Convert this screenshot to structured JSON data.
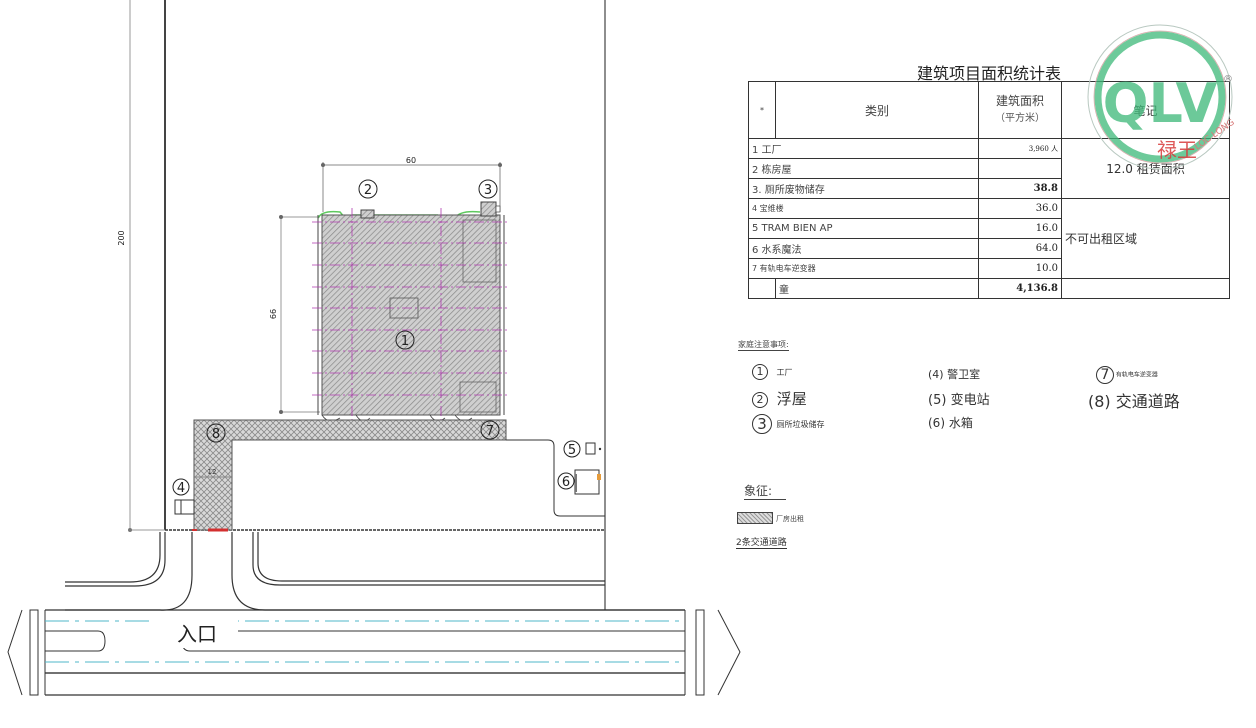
{
  "site_plan": {
    "dimensions": {
      "site_height": "200",
      "building_width": "60",
      "building_depth": "66",
      "road_width": "12"
    },
    "markers": [
      "①",
      "②",
      "③",
      "④",
      "⑤",
      "⑥",
      "⑦",
      "⑧"
    ],
    "entrance_label": "入口"
  },
  "area_table": {
    "title": "建筑项目面积统计表",
    "headers": {
      "no": "*",
      "category": "类别",
      "area_line1": "建筑面积",
      "area_line2": "（平方米）",
      "notes": "笔记"
    },
    "rows": [
      {
        "category": "1 工厂",
        "area": "3,960 人"
      },
      {
        "category": "2 栋房屋",
        "area": ""
      },
      {
        "category": "3. 厕所废物储存",
        "area": "38.8"
      },
      {
        "category": "4 宝维楼",
        "area": "36.0"
      },
      {
        "category": "5 TRAM BIEN AP",
        "area": "16.0"
      },
      {
        "category": "6 水系魔法",
        "area": "64.0"
      },
      {
        "category": "7 有轨电车逆变器",
        "area": "10.0"
      }
    ],
    "total": {
      "label": "童",
      "area": "4,136.8"
    },
    "notes": {
      "rentable": "12.0 租赁面积",
      "non_rentable": "不可出租区域"
    }
  },
  "legend": {
    "title": "家庭注意事项:",
    "items": [
      {
        "num": "1",
        "label": "工厂"
      },
      {
        "num": "2",
        "label": "浮屋"
      },
      {
        "num": "3",
        "label": "厕所垃圾储存"
      },
      {
        "num": "(4)",
        "label": "警卫室"
      },
      {
        "num": "(5)",
        "label": "变电站"
      },
      {
        "num": "(6)",
        "label": "水箱"
      },
      {
        "num": "7",
        "label": "有轨电车逆变器"
      },
      {
        "num": "(8)",
        "label": "交通道路"
      }
    ]
  },
  "symbols": {
    "title": "象征:",
    "hatch_label": "厂房出租",
    "road_label": "2条交通道路"
  },
  "stamp": {
    "text": "QLV",
    "sub": "禄王",
    "ring": "LOC LONG",
    "color": "#3cb878",
    "red": "#d83a3a"
  }
}
